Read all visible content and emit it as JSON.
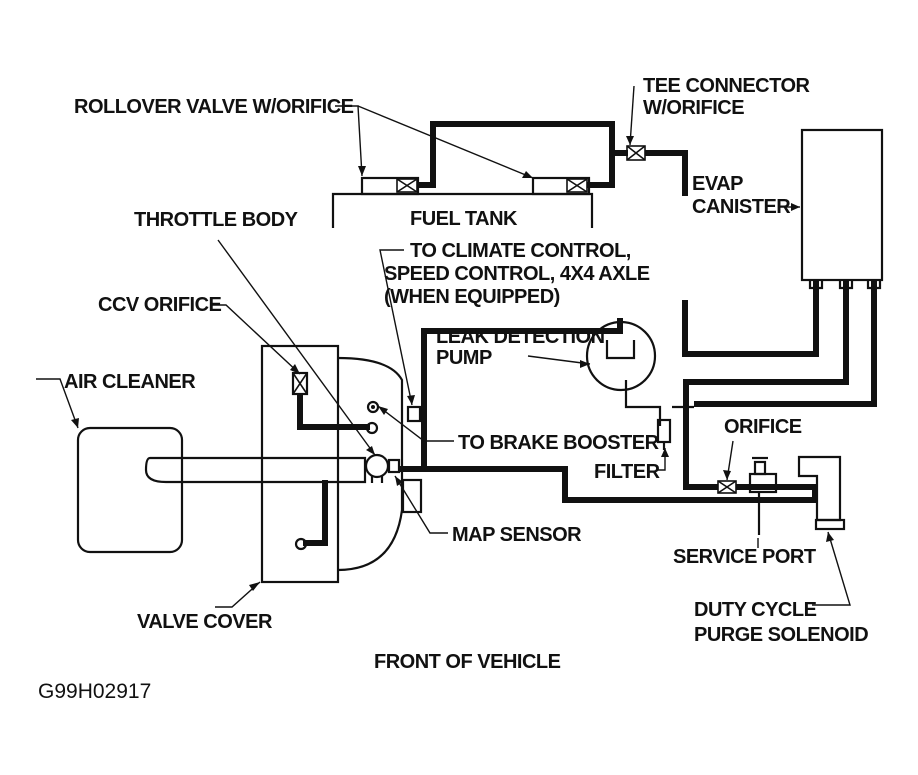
{
  "labels": {
    "rollover_valve": "ROLLOVER VALVE W/ORIFICE",
    "tee_connector_1": "TEE CONNECTOR",
    "tee_connector_2": "W/ORIFICE",
    "evap_canister_1": "EVAP",
    "evap_canister_2": "CANISTER",
    "fuel_tank": "FUEL TANK",
    "throttle_body": "THROTTLE BODY",
    "climate_1": "TO CLIMATE CONTROL,",
    "climate_2": "SPEED CONTROL, 4X4 AXLE",
    "climate_3": "(WHEN EQUIPPED)",
    "ccv_orifice": "CCV ORIFICE",
    "leak_pump_1": "LEAK DETECTION",
    "leak_pump_2": "PUMP",
    "air_cleaner": "AIR CLEANER",
    "brake_booster": "TO BRAKE BOOSTER",
    "orifice": "ORIFICE",
    "filter": "FILTER",
    "map_sensor": "MAP SENSOR",
    "service_port": "SERVICE PORT",
    "valve_cover": "VALVE COVER",
    "purge_1": "DUTY CYCLE",
    "purge_2": "PURGE SOLENOID",
    "front": "FRONT OF VEHICLE",
    "figure_code": "G99H02917"
  }
}
